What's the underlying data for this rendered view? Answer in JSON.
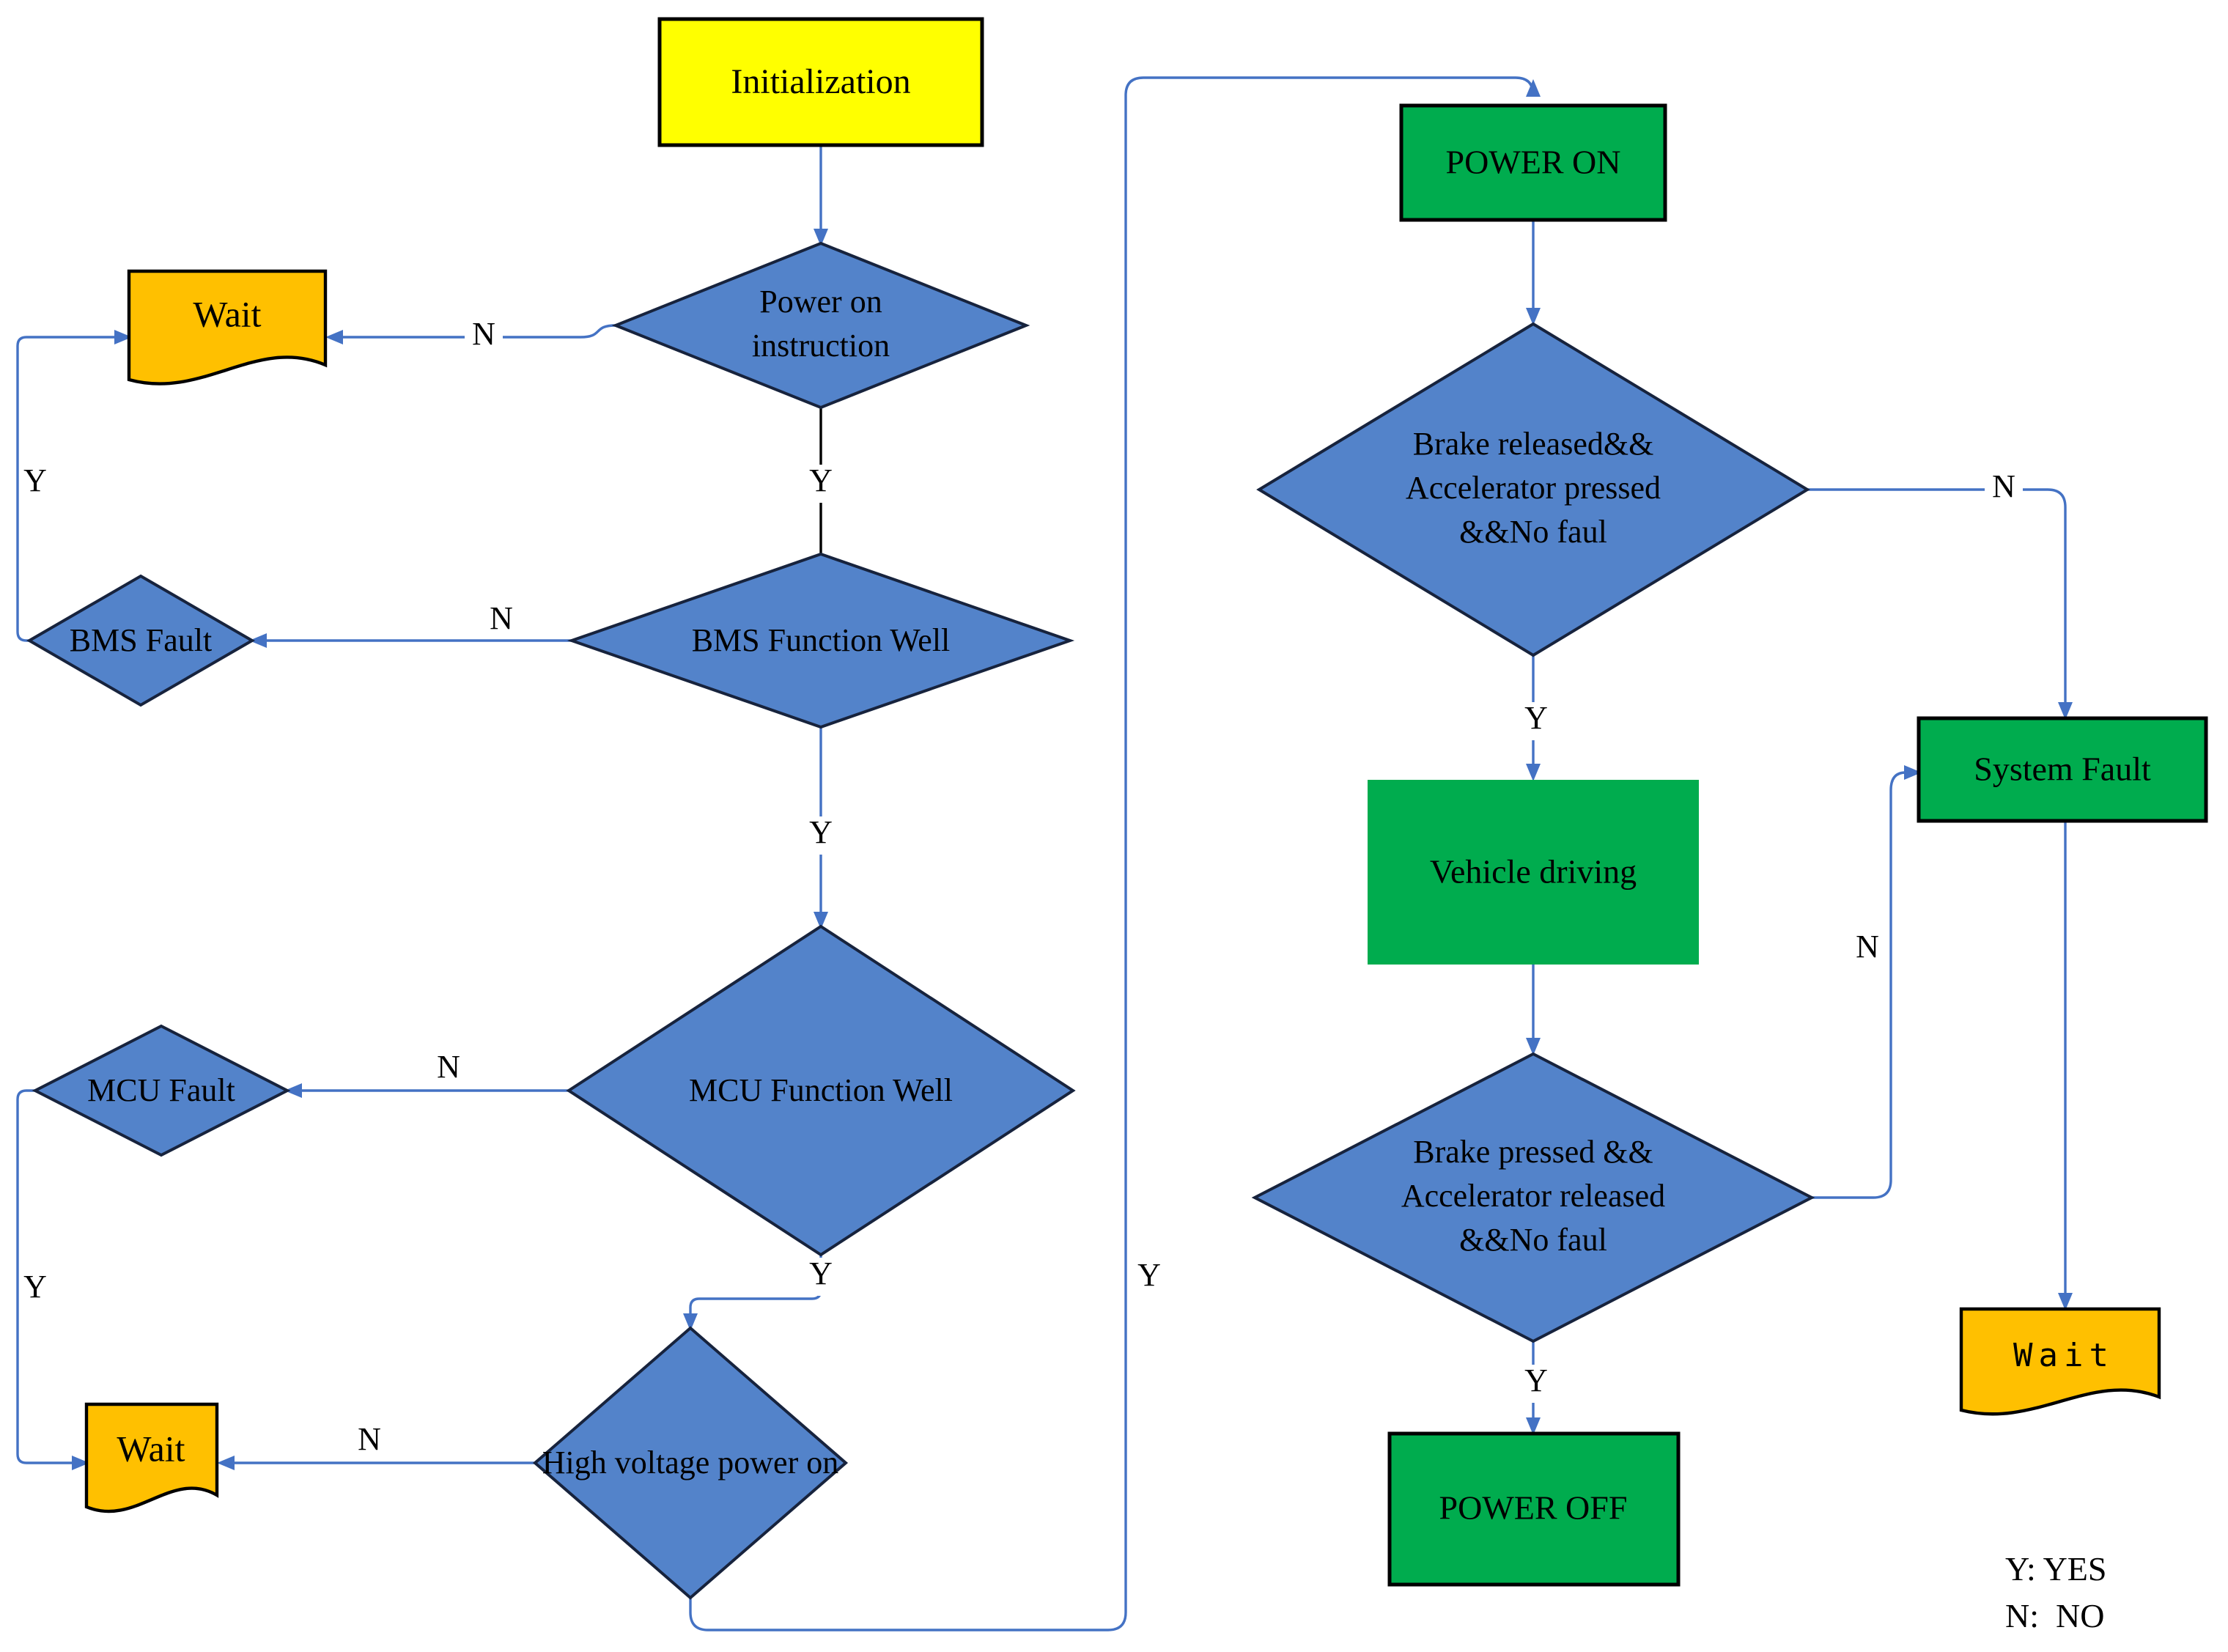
{
  "nodes": {
    "initialization": {
      "label": "Initialization"
    },
    "power_on_instruction": {
      "lines": [
        "Power on",
        "instruction"
      ]
    },
    "wait_top_left": {
      "label": "Wait"
    },
    "bms_fault": {
      "label": "BMS Fault"
    },
    "bms_function_well": {
      "label": "BMS Function Well"
    },
    "mcu_fault": {
      "label": "MCU Fault"
    },
    "mcu_function_well": {
      "label": "MCU Function Well"
    },
    "wait_bottom_left": {
      "label": "Wait"
    },
    "high_voltage_power_on": {
      "label": "High voltage power on"
    },
    "power_on": {
      "label": "POWER ON"
    },
    "brake_released": {
      "lines": [
        "Brake released&&",
        "Accelerator pressed",
        "&&No faul"
      ]
    },
    "vehicle_driving": {
      "label": "Vehicle driving"
    },
    "brake_pressed": {
      "lines": [
        "Brake pressed &&",
        "Accelerator released",
        "&&No faul"
      ]
    },
    "power_off": {
      "label": "POWER OFF"
    },
    "system_fault": {
      "label": "System Fault"
    },
    "wait_right": {
      "label": "Wait"
    }
  },
  "labels": {
    "n_poi_wait": "N",
    "y_bmsfault_wait": "Y",
    "y_poi_bmsfw": "Y",
    "n_bmsfw_bmsfault": "N",
    "y_bmsfw_mcufw": "Y",
    "n_mcufw_mcufault": "N",
    "y_mcufault_wait": "Y",
    "y_mcufw_hv": "Y",
    "n_hv_wait": "N",
    "y_hv_poweron": "Y",
    "n_brel_sysfault": "N",
    "y_brel_vehicle": "Y",
    "n_brp_sysfault": "N",
    "y_brp_poweroff": "Y"
  },
  "legend": {
    "yes": "Y: YES",
    "no": "N:  NO"
  },
  "colors": {
    "canvas_bg": "#ffffff",
    "node_yellow": "#ffff00",
    "node_orange": "#ffc000",
    "node_blue": "#5383ca",
    "node_green": "#00ac4e",
    "edge_blue": "#4472c4",
    "edge_black": "#000000",
    "border_dark": "#17233d",
    "border_black": "#000000",
    "text": "#000000"
  }
}
